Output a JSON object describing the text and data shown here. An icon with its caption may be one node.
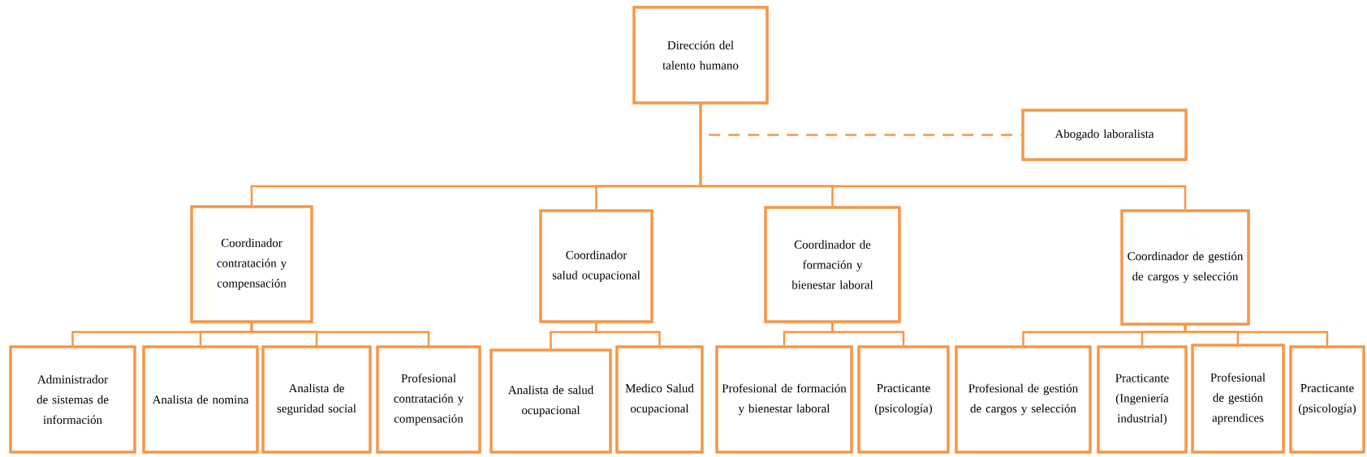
{
  "diagram": {
    "nodes": [
      {
        "text": [
          "Dirección del talento humano"
        ]
      },
      {
        "text": [
          "Abogado laboralista"
        ]
      },
      {
        "text": [
          "Coordinador contratación y compensación"
        ]
      },
      {
        "text": [
          "Coordinador salud ocupacional"
        ]
      },
      {
        "text": [
          "Coordinador de formación y bienestar laboral"
        ]
      },
      {
        "text": [
          "Coordinador de gestión de cargos y selección"
        ]
      },
      {
        "text": [
          "Administrador de sistemas de información"
        ]
      },
      {
        "text": [
          "Analista de nomina"
        ]
      },
      {
        "text": [
          "Analista de seguridad social"
        ]
      },
      {
        "text": [
          "Profesional contratación y compensación"
        ]
      },
      {
        "text": [
          "Analista de salud ocupacional"
        ]
      },
      {
        "text": [
          "Medico Salud ocupacional"
        ]
      },
      {
        "text": [
          "Profesional de formación y bienestar laboral"
        ]
      },
      {
        "text": [
          "Practicante (psicología)"
        ]
      },
      {
        "text": [
          "Profesional de gestión de cargos y selección"
        ]
      },
      {
        "text": [
          "Practicante (Ingeniería industrial)"
        ]
      },
      {
        "text": [
          "Profesional de gestión aprendices"
        ]
      },
      {
        "text": [
          "Practicante (psicología)"
        ]
      }
    ],
    "edges": [
      {
        "from": 0,
        "to": 1,
        "arrow": "none",
        "style": "dashed"
      },
      {
        "from": 0,
        "to": 2,
        "arrow": "none"
      },
      {
        "from": 0,
        "to": 3,
        "arrow": "none"
      },
      {
        "from": 0,
        "to": 4,
        "arrow": "none"
      },
      {
        "from": 0,
        "to": 5,
        "arrow": "none"
      },
      {
        "from": 2,
        "to": 6,
        "arrow": "none"
      },
      {
        "from": 2,
        "to": 7,
        "arrow": "none"
      },
      {
        "from": 2,
        "to": 8,
        "arrow": "none"
      },
      {
        "from": 2,
        "to": 9,
        "arrow": "none"
      },
      {
        "from": 3,
        "to": 10,
        "arrow": "none"
      },
      {
        "from": 3,
        "to": 11,
        "arrow": "none"
      },
      {
        "from": 4,
        "to": 12,
        "arrow": "none"
      },
      {
        "from": 4,
        "to": 13,
        "arrow": "none"
      },
      {
        "from": 5,
        "to": 14,
        "arrow": "none"
      },
      {
        "from": 5,
        "to": 15,
        "arrow": "none"
      },
      {
        "from": 5,
        "to": 16,
        "arrow": "none"
      },
      {
        "from": 5,
        "to": 17,
        "arrow": "none"
      }
    ]
  }
}
